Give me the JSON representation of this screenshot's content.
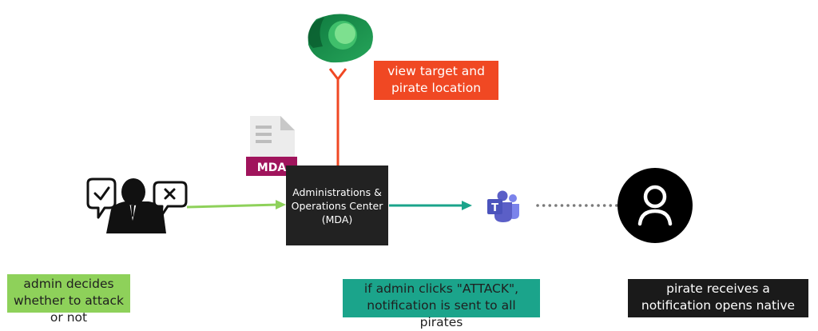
{
  "nodes": {
    "mda_box": "Administrations & Operations Center (MDA)",
    "mda_file_label": "MDA"
  },
  "labels": {
    "view_target": "view target and pirate location",
    "admin_decides": "admin decides whether to attack or not",
    "attack_notice": "if admin clicks \"ATTACK\", notification is sent to all pirates",
    "pirate_receives": "pirate receives a notification opens native app"
  },
  "icons": {
    "admin": "admin-person-icon",
    "check_bubble": "check-speech-bubble-icon",
    "cross_bubble": "cross-speech-bubble-icon",
    "file": "mda-file-icon",
    "dynamics": "dynamics-365-logo",
    "teams": "microsoft-teams-logo",
    "pirate": "user-avatar-icon"
  },
  "colors": {
    "green_arrow": "#8ed15a",
    "teal_arrow": "#1ba48b",
    "red_arrow": "#f04823",
    "dark_box": "#222222",
    "mda_badge": "#a0145c",
    "teams_purple": "#5b5fc7",
    "dotted_line": "#7a7a7a"
  }
}
